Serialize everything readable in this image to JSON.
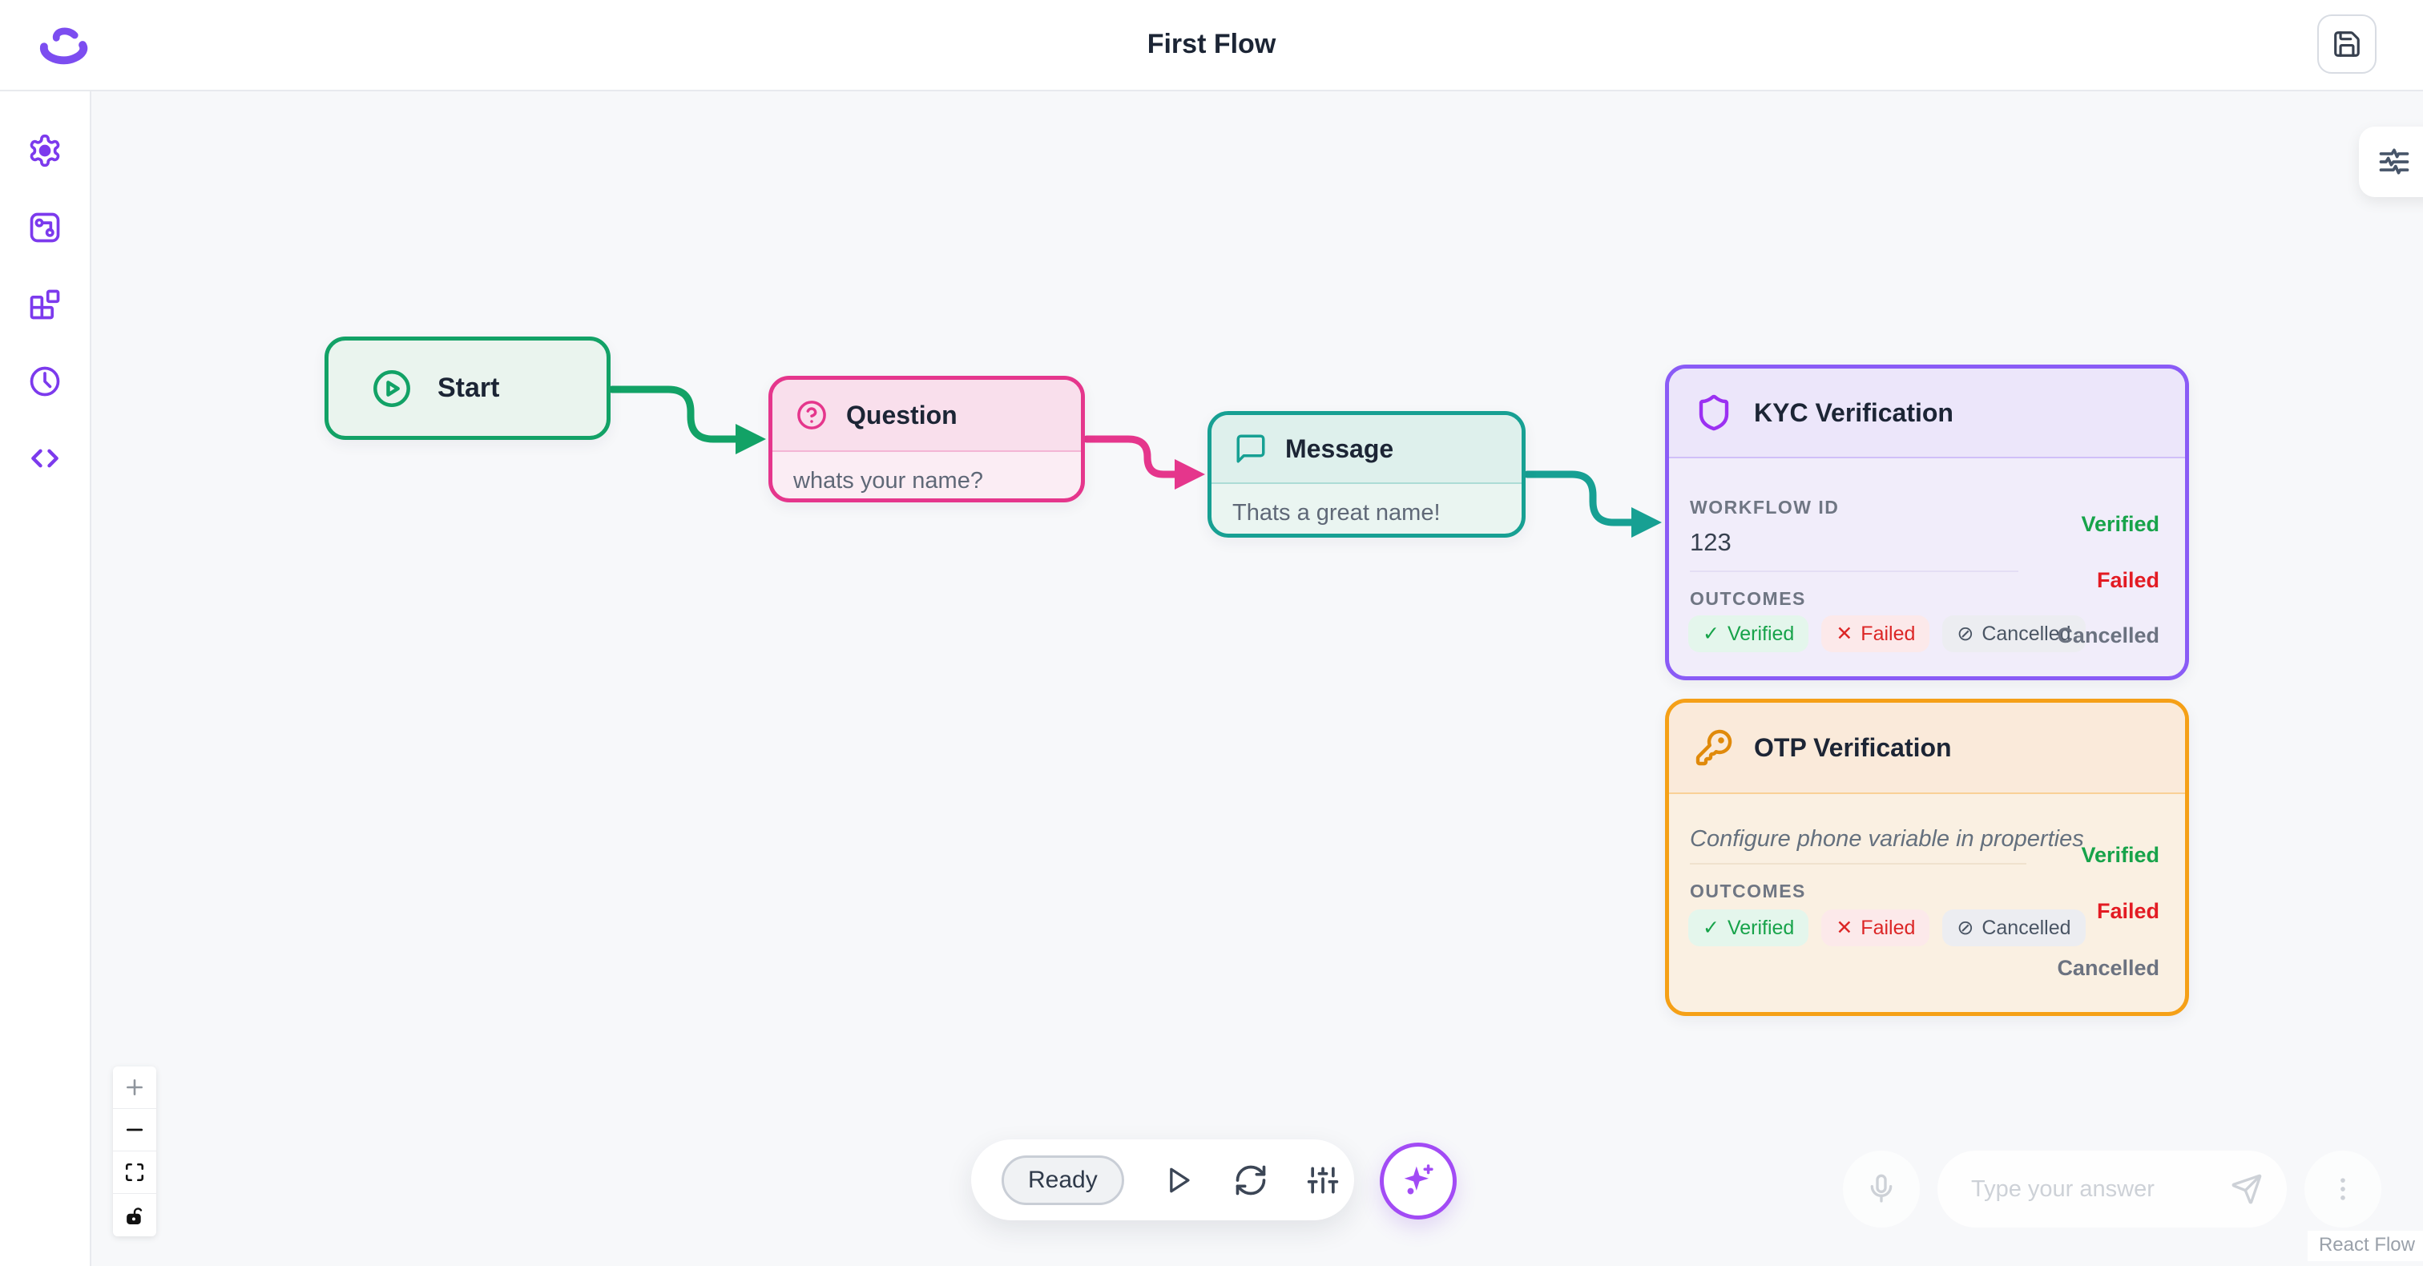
{
  "app": {
    "title": "First Flow"
  },
  "icons": {
    "logo": "brand-swirl-logo",
    "header": [
      "save-floppy-icon"
    ],
    "sidebar": [
      "settings-gear-icon",
      "workflow-image-icon",
      "blocks-icon",
      "history-clock-icon",
      "code-brackets-icon"
    ],
    "toolbar": [
      "play-icon",
      "refresh-icon",
      "sliders-icon",
      "sparkle-ai-icon"
    ],
    "controls": [
      "zoom-in-icon",
      "zoom-out-icon",
      "fit-view-icon",
      "unlock-icon"
    ],
    "chat": [
      "microphone-icon",
      "send-plane-icon",
      "kebab-menu-icon"
    ],
    "panel": [
      "filter-lines-icon"
    ]
  },
  "nodes": {
    "start": {
      "title": "Start"
    },
    "question": {
      "title": "Question",
      "body": "whats your name?"
    },
    "message": {
      "title": "Message",
      "body": "Thats a great name!"
    },
    "kyc": {
      "title": "KYC Verification",
      "workflow_id_label": "WORKFLOW ID",
      "workflow_id_value": "123",
      "outcomes_label": "OUTCOMES",
      "badges": [
        {
          "glyph": "✓",
          "label": "Verified"
        },
        {
          "glyph": "✕",
          "label": "Failed"
        },
        {
          "glyph": "⊘",
          "label": "Cancelled"
        }
      ],
      "outputs": [
        "Verified",
        "Failed",
        "Cancelled"
      ]
    },
    "otp": {
      "title": "OTP Verification",
      "hint": "Configure phone variable in properties",
      "outcomes_label": "OUTCOMES",
      "badges": [
        {
          "glyph": "✓",
          "label": "Verified"
        },
        {
          "glyph": "✕",
          "label": "Failed"
        },
        {
          "glyph": "⊘",
          "label": "Cancelled"
        }
      ],
      "outputs": [
        "Verified",
        "Failed",
        "Cancelled"
      ]
    }
  },
  "toolbar": {
    "status_label": "Ready"
  },
  "chat": {
    "placeholder": "Type your answer"
  },
  "attribution": {
    "label": "React Flow"
  },
  "colors": {
    "accent_purple": "#7C3AED",
    "edge_start_green": "#12A266",
    "edge_question_pink": "#E5368C",
    "edge_message_teal": "#17A093",
    "node_kyc_purple": "#8A5BF6",
    "node_otp_orange": "#F5A017",
    "status_verified": "#17A34A",
    "status_failed": "#DC2626",
    "status_cancelled": "#6B7280"
  }
}
